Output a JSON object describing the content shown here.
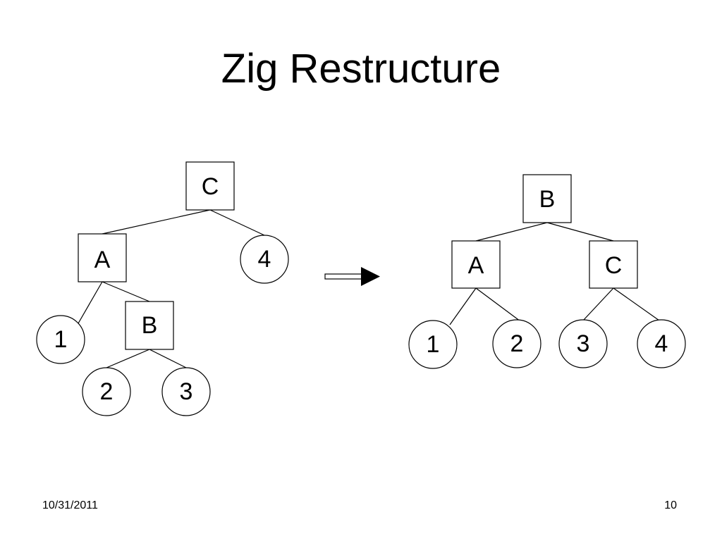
{
  "slide": {
    "title": "Zig Restructure",
    "footer_date": "10/31/2011",
    "page_number": "10"
  },
  "before_tree": {
    "nodes": {
      "root": {
        "label": "C",
        "shape": "square"
      },
      "left": {
        "label": "A",
        "shape": "square"
      },
      "right": {
        "label": "4",
        "shape": "circle"
      },
      "left_left": {
        "label": "1",
        "shape": "circle"
      },
      "left_right": {
        "label": "B",
        "shape": "square"
      },
      "left_right_left": {
        "label": "2",
        "shape": "circle"
      },
      "left_right_right": {
        "label": "3",
        "shape": "circle"
      }
    },
    "edges": [
      [
        "C",
        "A"
      ],
      [
        "C",
        "4"
      ],
      [
        "A",
        "1"
      ],
      [
        "A",
        "B"
      ],
      [
        "B",
        "2"
      ],
      [
        "B",
        "3"
      ]
    ]
  },
  "arrow": {
    "icon": "right-arrow-icon",
    "color": "#000000"
  },
  "after_tree": {
    "nodes": {
      "root": {
        "label": "B",
        "shape": "square"
      },
      "left": {
        "label": "A",
        "shape": "square"
      },
      "right": {
        "label": "C",
        "shape": "square"
      },
      "left_left": {
        "label": "1",
        "shape": "circle"
      },
      "left_right": {
        "label": "2",
        "shape": "circle"
      },
      "right_left": {
        "label": "3",
        "shape": "circle"
      },
      "right_right": {
        "label": "4",
        "shape": "circle"
      }
    },
    "edges": [
      [
        "B",
        "A"
      ],
      [
        "B",
        "C"
      ],
      [
        "A",
        "1"
      ],
      [
        "A",
        "2"
      ],
      [
        "C",
        "3"
      ],
      [
        "C",
        "4"
      ]
    ]
  }
}
